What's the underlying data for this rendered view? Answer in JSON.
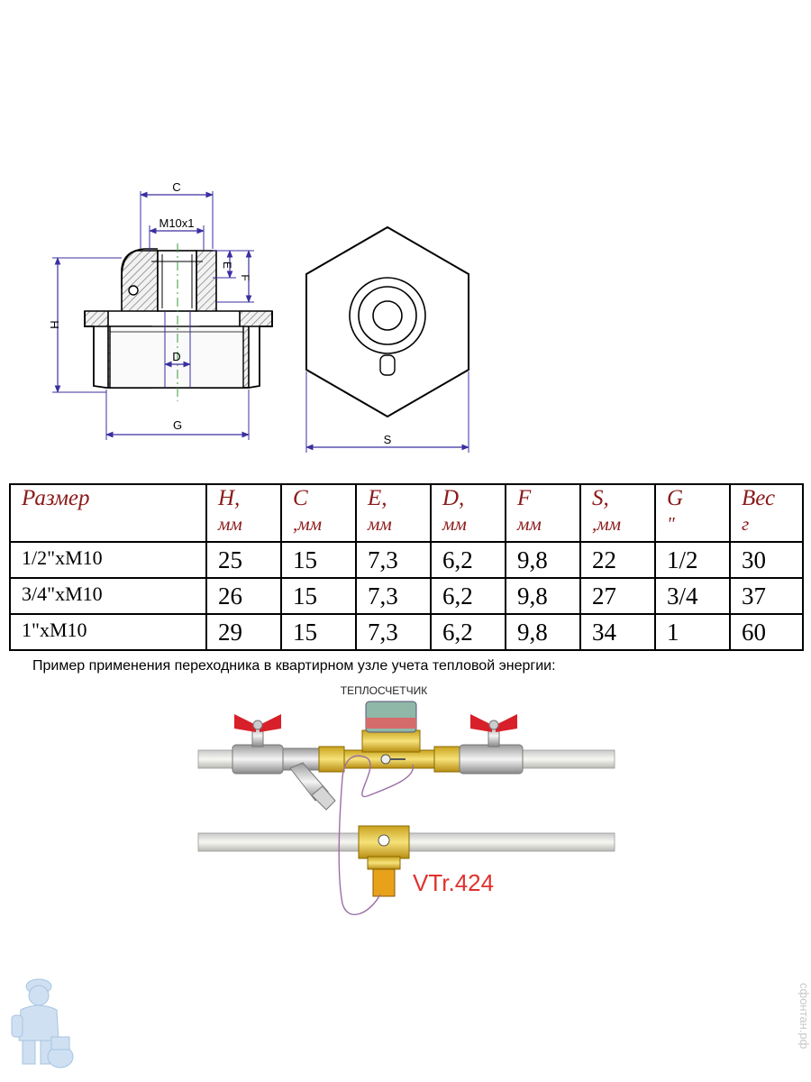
{
  "drawing": {
    "dim_c": "C",
    "dim_thread": "M10x1",
    "dim_e": "E",
    "dim_f": "F",
    "dim_h": "H",
    "dim_d": "D",
    "dim_g": "G",
    "dim_s": "S"
  },
  "table": {
    "headers": [
      {
        "name": "Размер",
        "unit": ""
      },
      {
        "name": "H,",
        "unit": "мм"
      },
      {
        "name": "C",
        "unit": ",мм"
      },
      {
        "name": "E,",
        "unit": "мм"
      },
      {
        "name": "D,",
        "unit": "мм"
      },
      {
        "name": "F",
        "unit": "мм"
      },
      {
        "name": "S,",
        "unit": ",мм"
      },
      {
        "name": "G",
        "unit": "\""
      },
      {
        "name": "Вес",
        "unit": "г"
      }
    ],
    "rows": [
      [
        "1/2\"хM10",
        "25",
        "15",
        "7,3",
        "6,2",
        "9,8",
        "22",
        "1/2",
        "30"
      ],
      [
        "3/4\"хM10",
        "26",
        "15",
        "7,3",
        "6,2",
        "9,8",
        "27",
        "3/4",
        "37"
      ],
      [
        "1\"хM10",
        "29",
        "15",
        "7,3",
        "6,2",
        "9,8",
        "34",
        "1",
        "60"
      ]
    ]
  },
  "caption": "Пример применения переходника в квартирном узле учета тепловой энергии:",
  "scheme": {
    "meter_label": "ТЕПЛОСЧЕТЧИК",
    "sensor_label": "VTr.424"
  },
  "watermark": "сфонтан.рф",
  "colors": {
    "header_text": "#8b1a1a",
    "dimension_line": "#3a2fa0",
    "sensor_label": "#e0322e",
    "valve_handle": "#d8202a",
    "brass": "#e8c640",
    "cable": "#9a6fa6",
    "hatch": "#8a8a8a"
  }
}
